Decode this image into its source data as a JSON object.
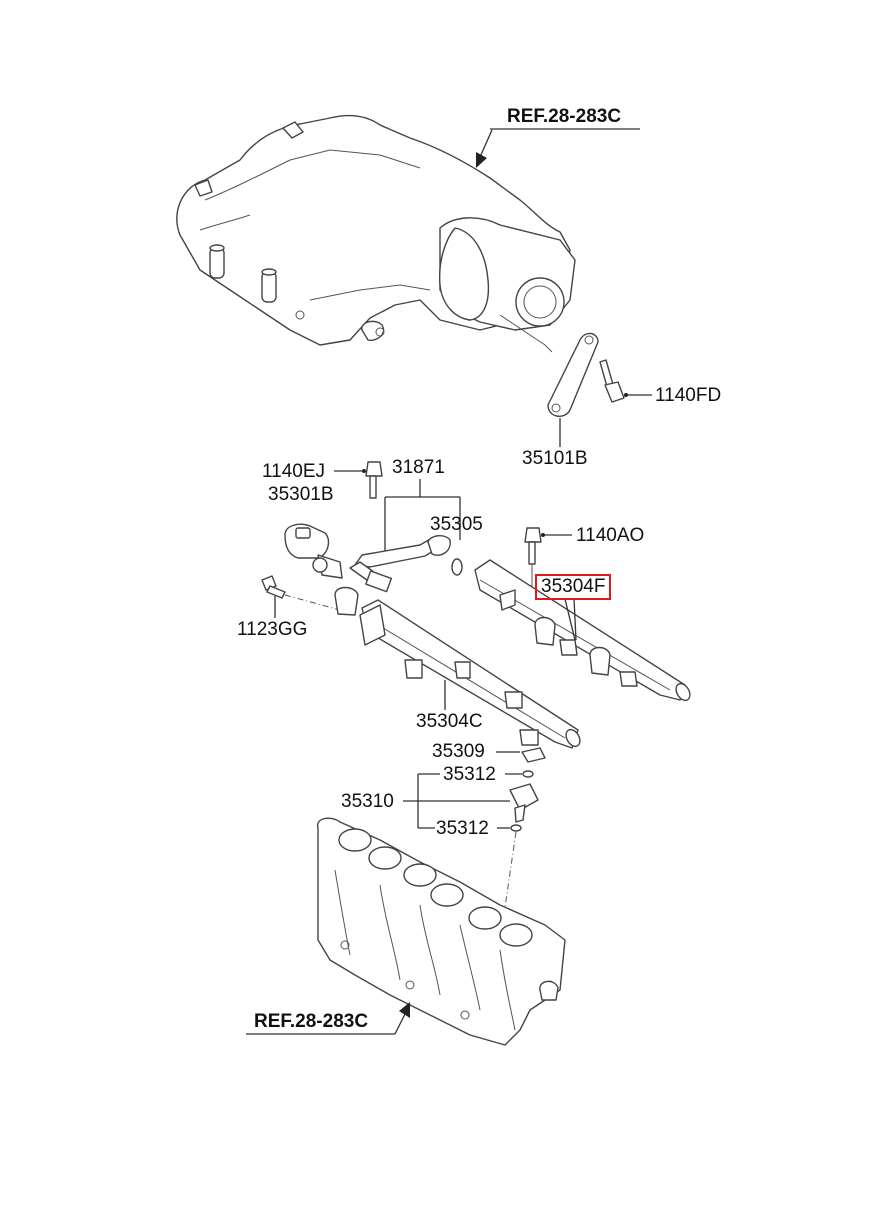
{
  "diagram": {
    "references": {
      "upper": "REF.28-283C",
      "lower": "REF.28-283C"
    },
    "parts": {
      "p1140FD": "1140FD",
      "p35101B": "35101B",
      "p1140EJ": "1140EJ",
      "p35301B": "35301B",
      "p31871": "31871",
      "p35305": "35305",
      "p1140AO": "1140AO",
      "p35304F": "35304F",
      "p1123GG": "1123GG",
      "p35304C": "35304C",
      "p35309": "35309",
      "p35312a": "35312",
      "p35310": "35310",
      "p35312b": "35312"
    },
    "highlight_color": "#e0191e"
  }
}
